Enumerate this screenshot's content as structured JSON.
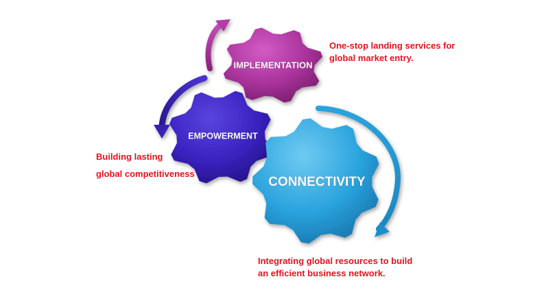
{
  "gears": {
    "implementation": {
      "label": "IMPLEMENTATION",
      "color": "#a8329a"
    },
    "empowerment": {
      "label": "EMPOWERMENT",
      "color": "#3a22c0"
    },
    "connectivity": {
      "label": "CONNECTIVITY",
      "color": "#2aa3dd"
    }
  },
  "captions": {
    "implementation": {
      "line1": "One-stop landing services for",
      "line2": "global market entry."
    },
    "empowerment": {
      "line1": "Building lasting",
      "line2": "global competitiveness"
    },
    "connectivity": {
      "line1": "Integrating global resources to build",
      "line2": "an efficient business network."
    }
  },
  "colors": {
    "caption_text": "#e0141b"
  }
}
